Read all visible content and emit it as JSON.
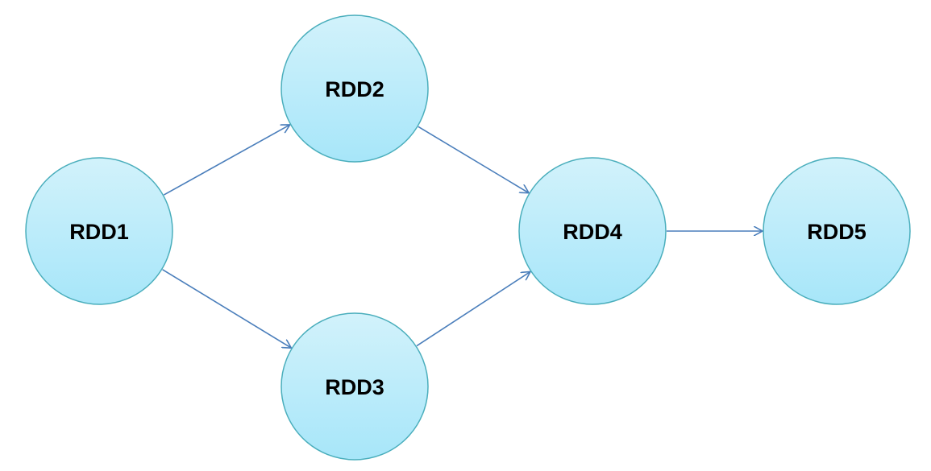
{
  "diagram": {
    "type": "directed-graph",
    "colors": {
      "node_fill_top": "#d2f2fb",
      "node_fill_bottom": "#a7e6f9",
      "node_stroke": "#4aaebc",
      "edge": "#4a7ebb"
    },
    "nodes": [
      {
        "id": "rdd1",
        "label": "RDD1"
      },
      {
        "id": "rdd2",
        "label": "RDD2"
      },
      {
        "id": "rdd3",
        "label": "RDD3"
      },
      {
        "id": "rdd4",
        "label": "RDD4"
      },
      {
        "id": "rdd5",
        "label": "RDD5"
      }
    ],
    "edges": [
      {
        "from": "rdd1",
        "to": "rdd2"
      },
      {
        "from": "rdd1",
        "to": "rdd3"
      },
      {
        "from": "rdd2",
        "to": "rdd4"
      },
      {
        "from": "rdd3",
        "to": "rdd4"
      },
      {
        "from": "rdd4",
        "to": "rdd5"
      }
    ]
  }
}
